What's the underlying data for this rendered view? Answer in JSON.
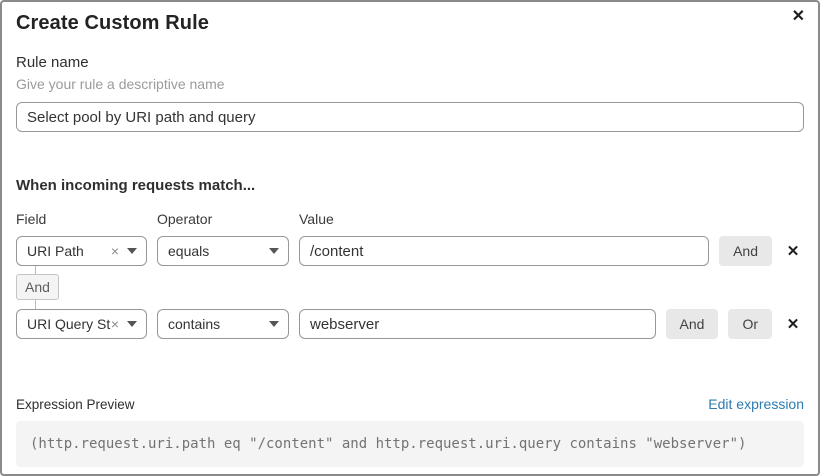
{
  "dialog": {
    "title": "Create Custom Rule",
    "close_icon": "✕"
  },
  "rule_name": {
    "label": "Rule name",
    "helper": "Give your rule a descriptive name",
    "value": "Select pool by URI path and query"
  },
  "matcher": {
    "heading": "When incoming requests match...",
    "columns": {
      "field": "Field",
      "operator": "Operator",
      "value": "Value"
    },
    "rows": [
      {
        "field": "URI Path",
        "operator": "equals",
        "value": "/content"
      },
      {
        "field": "URI Query St...",
        "operator": "contains",
        "value": "webserver"
      }
    ],
    "connector_label": "And",
    "and_label": "And",
    "or_label": "Or",
    "clear_icon": "×",
    "remove_icon": "✕"
  },
  "expression": {
    "label": "Expression Preview",
    "edit_link": "Edit expression",
    "code": "(http.request.uri.path eq \"/content\" and http.request.uri.query contains \"webserver\")"
  },
  "colors": {
    "link": "#2c7cb0",
    "button_bg": "#e8e8e8",
    "code_bg": "#f4f4f4",
    "border": "#979797"
  }
}
